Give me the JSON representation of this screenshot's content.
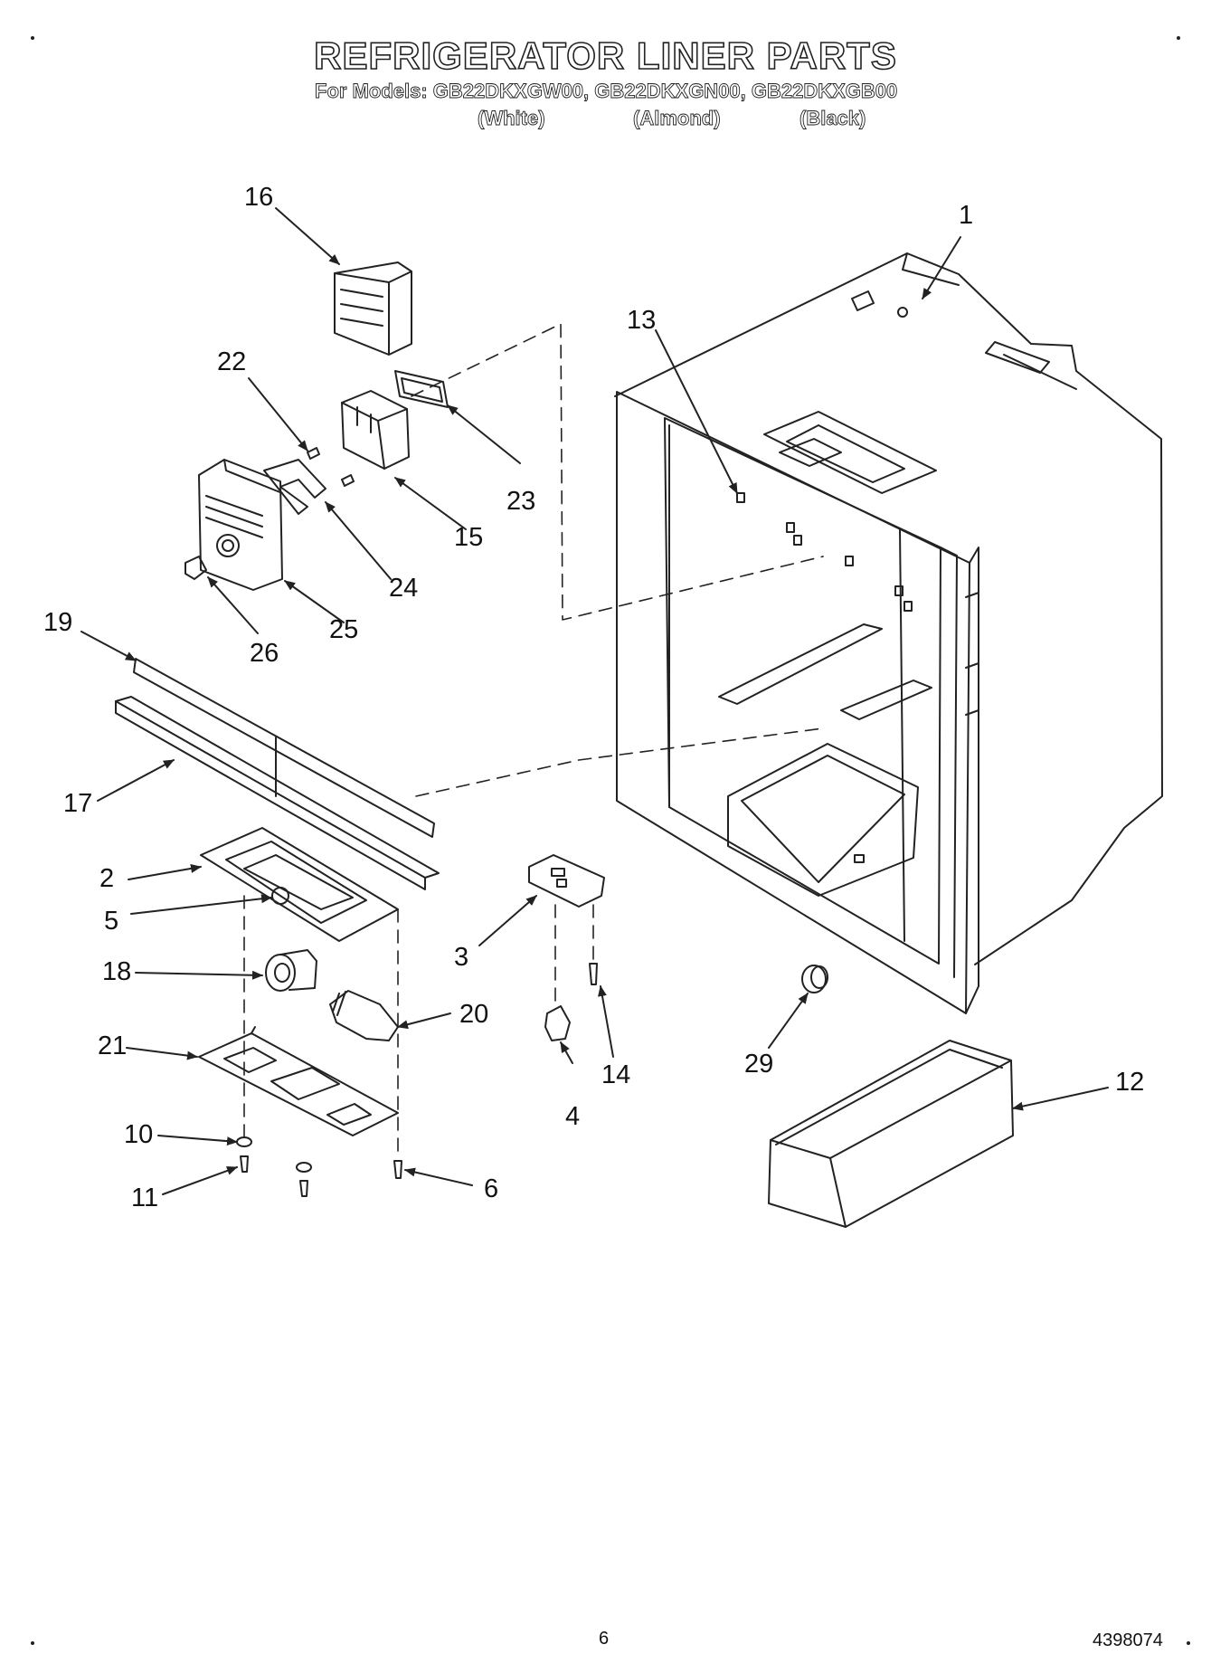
{
  "header": {
    "title": "REFRIGERATOR LINER PARTS",
    "models_line": "For Models: GB22DKXGW00, GB22DKXGN00, GB22DKXGB00",
    "variants": [
      "(White)",
      "(Almond)",
      "(Black)"
    ]
  },
  "callouts": [
    "16",
    "1",
    "13",
    "22",
    "23",
    "15",
    "24",
    "25",
    "26",
    "19",
    "17",
    "2",
    "5",
    "3",
    "18",
    "20",
    "21",
    "4",
    "14",
    "29",
    "12",
    "10",
    "11",
    "6"
  ],
  "footer": {
    "page_number": "6",
    "doc_number": "4398074"
  }
}
